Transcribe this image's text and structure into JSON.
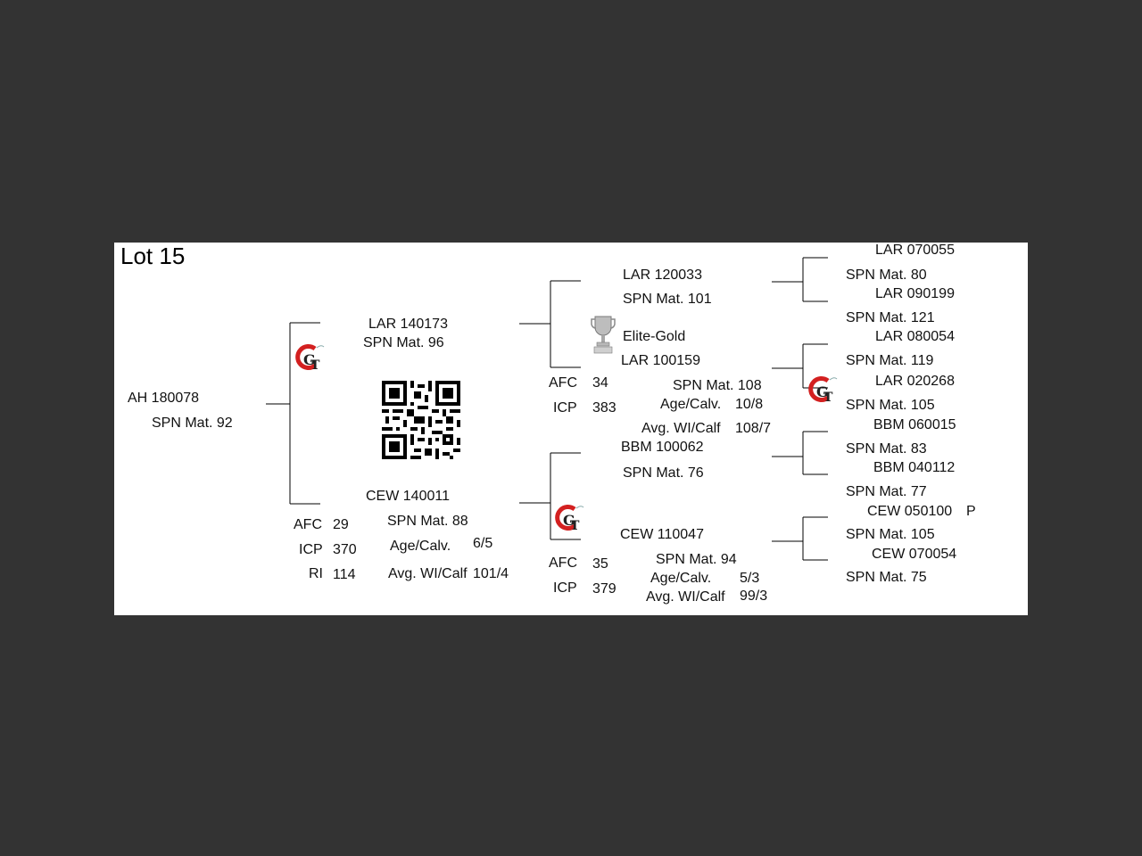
{
  "lot_title": "Lot 15",
  "subject": {
    "id": "AH  180078",
    "spn_mat": "SPN Mat. 92"
  },
  "sire": {
    "id": "LAR 140173",
    "spn_mat": "SPN Mat. 96",
    "sire": {
      "id": "LAR 120033",
      "spn_mat": "SPN Mat. 101",
      "sire": {
        "id": "LAR 070055",
        "spn_mat": "SPN Mat. 80"
      },
      "dam": {
        "id": "LAR 090199",
        "spn_mat": "SPN Mat. 121"
      }
    },
    "award": "Elite-Gold",
    "dam": {
      "id": "LAR 100159",
      "spn_mat": "SPN Mat. 108",
      "afc_label": "AFC",
      "afc": "34",
      "icp_label": "ICP",
      "icp": "383",
      "age_calv_label": "Age/Calv.",
      "age_calv": "10/8",
      "avg_wi_label": "Avg. WI/Calf",
      "avg_wi": "108/7",
      "sire": {
        "id": "LAR 080054",
        "spn_mat": "SPN Mat. 119"
      },
      "dam": {
        "id": "LAR 020268",
        "spn_mat": "SPN Mat. 105"
      }
    }
  },
  "dam": {
    "id": "CEW 140011",
    "spn_mat": "SPN Mat. 88",
    "afc_label": "AFC",
    "afc": "29",
    "icp_label": "ICP",
    "icp": "370",
    "ri_label": "RI",
    "ri": "114",
    "age_calv_label": "Age/Calv.",
    "age_calv": "6/5",
    "avg_wi_label": "Avg. WI/Calf",
    "avg_wi": "101/4",
    "sire": {
      "id": "BBM 100062",
      "spn_mat": "SPN Mat. 76",
      "sire": {
        "id": "BBM 060015",
        "spn_mat": "SPN Mat. 83"
      },
      "dam": {
        "id": "BBM 040112",
        "spn_mat": "SPN Mat. 77"
      }
    },
    "dam": {
      "id": "CEW 110047",
      "spn_mat": "SPN Mat. 94",
      "afc_label": "AFC",
      "afc": "35",
      "icp_label": "ICP",
      "icp": "379",
      "age_calv_label": "Age/Calv.",
      "age_calv": "5/3",
      "avg_wi_label": "Avg. WI/Calf",
      "avg_wi": "99/3",
      "sire": {
        "id": "CEW 050100",
        "flag": "P",
        "spn_mat": "SPN Mat. 105"
      },
      "dam": {
        "id": "CEW 070054",
        "spn_mat": "SPN Mat. 75"
      }
    }
  },
  "colors": {
    "background": "#333333",
    "card": "#ffffff",
    "text": "#111111",
    "logo_red": "#d32020"
  },
  "icons": {
    "logo": "gt-breeder-logo-icon",
    "qr": "qr-code-icon",
    "trophy": "trophy-icon"
  }
}
